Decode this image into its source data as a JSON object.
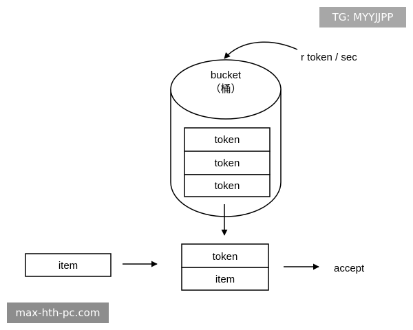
{
  "watermark_top": "TG: MYYJJPP",
  "watermark_bottom": "max-hth-pc.com",
  "rate_label": "r token / sec",
  "bucket_label": "bucket",
  "bucket_label_cn": "（桶）",
  "bucket_tokens": [
    "token",
    "token",
    "token"
  ],
  "input_item": "item",
  "pair": {
    "token": "token",
    "item": "item"
  },
  "output_label": "accept",
  "colors": {
    "stroke": "#000000",
    "text": "#000000",
    "background": "#ffffff"
  }
}
